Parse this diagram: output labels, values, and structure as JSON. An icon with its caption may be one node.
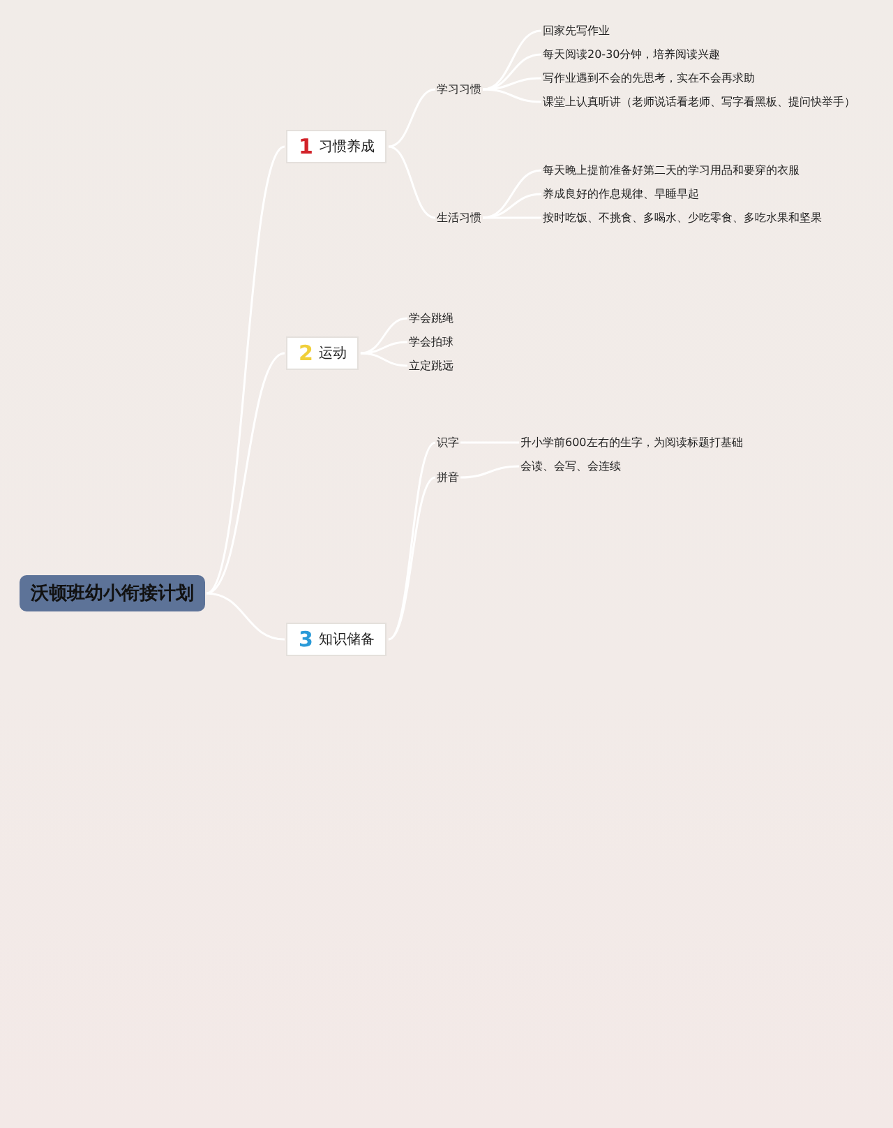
{
  "diagram": {
    "nodes": [
      {
        "text": [
          "沃顿班幼小衔接计划"
        ]
      },
      {
        "text": [
          "1",
          "习惯养成"
        ]
      },
      {
        "text": [
          "学习习惯"
        ]
      },
      {
        "text": [
          "回家先写作业"
        ]
      },
      {
        "text": [
          "每天阅读20-30分钟，培养阅读兴趣"
        ]
      },
      {
        "text": [
          "写作业遇到不会的先思考，实在不会再求助"
        ]
      },
      {
        "text": [
          "课堂上认真听讲（老师说话看老师、写字看黑板、提问快举手）"
        ]
      },
      {
        "text": [
          "生活习惯"
        ]
      },
      {
        "text": [
          "每天晚上提前准备好第二天的学习用品和要穿的衣服"
        ]
      },
      {
        "text": [
          "养成良好的作息规律、早睡早起"
        ]
      },
      {
        "text": [
          "按时吃饭、不挑食、多喝水、少吃零食、多吃水果和坚果"
        ]
      },
      {
        "text": [
          "2",
          "运动"
        ]
      },
      {
        "text": [
          "学会跳绳"
        ]
      },
      {
        "text": [
          "学会拍球"
        ]
      },
      {
        "text": [
          "立定跳远"
        ]
      },
      {
        "text": [
          "3",
          "知识储备"
        ]
      },
      {
        "text": [
          "识字"
        ]
      },
      {
        "text": [
          "升小学前600左右的生字，为阅读标题打基础"
        ]
      },
      {
        "text": [
          "拼音"
        ]
      },
      {
        "text": [
          "会读、会写、会连续"
        ]
      }
    ],
    "edges": [
      {
        "from": 0,
        "to": 1,
        "arrow": "none"
      },
      {
        "from": 0,
        "to": 11,
        "arrow": "none"
      },
      {
        "from": 0,
        "to": 15,
        "arrow": "none"
      },
      {
        "from": 1,
        "to": 2,
        "arrow": "none"
      },
      {
        "from": 2,
        "to": 3,
        "arrow": "none"
      },
      {
        "from": 2,
        "to": 4,
        "arrow": "none"
      },
      {
        "from": 2,
        "to": 5,
        "arrow": "none"
      },
      {
        "from": 2,
        "to": 6,
        "arrow": "none"
      },
      {
        "from": 1,
        "to": 7,
        "arrow": "none"
      },
      {
        "from": 7,
        "to": 8,
        "arrow": "none"
      },
      {
        "from": 7,
        "to": 9,
        "arrow": "none"
      },
      {
        "from": 7,
        "to": 10,
        "arrow": "none"
      },
      {
        "from": 11,
        "to": 12,
        "arrow": "none"
      },
      {
        "from": 11,
        "to": 13,
        "arrow": "none"
      },
      {
        "from": 11,
        "to": 14,
        "arrow": "none"
      },
      {
        "from": 15,
        "to": 16,
        "arrow": "none"
      },
      {
        "from": 16,
        "to": 17,
        "arrow": "none"
      },
      {
        "from": 15,
        "to": 18,
        "arrow": "none"
      },
      {
        "from": 18,
        "to": 19,
        "arrow": "none"
      }
    ]
  }
}
